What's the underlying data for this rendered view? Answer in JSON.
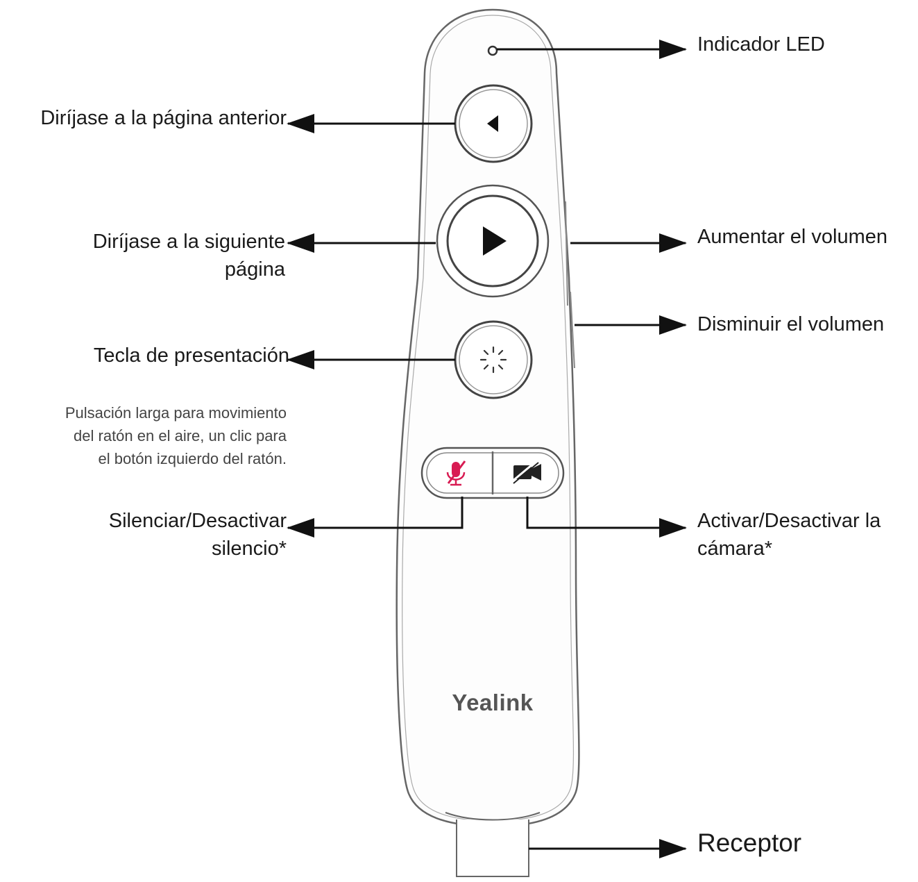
{
  "labels": {
    "led": "Indicador LED",
    "prev_page": "Diríjase a la página anterior",
    "next_page_line1": "Diríjase a la siguiente",
    "next_page_line2": "página",
    "vol_up": "Aumentar el volumen",
    "vol_down": "Disminuir el volumen",
    "presentation_key": "Tecla de presentación",
    "presentation_note_line1": "Pulsación larga para movimiento",
    "presentation_note_line2": "del ratón en el aire, un clic para",
    "presentation_note_line3": "el botón izquierdo del ratón.",
    "mute_line1": "Silenciar/Desactivar",
    "mute_line2": "silencio*",
    "camera_line1": "Activar/Desactivar la",
    "camera_line2": "cámara*",
    "receiver": "Receptor"
  },
  "device": {
    "brand": "Yealink",
    "icons": [
      "led-dot",
      "left-arrow-icon",
      "right-arrow-icon",
      "presentation-icon",
      "mic-mute-icon",
      "camera-off-icon"
    ],
    "colors": {
      "outline": "#555555",
      "arrow": "#111111",
      "mute_accent": "#d81b52"
    }
  }
}
